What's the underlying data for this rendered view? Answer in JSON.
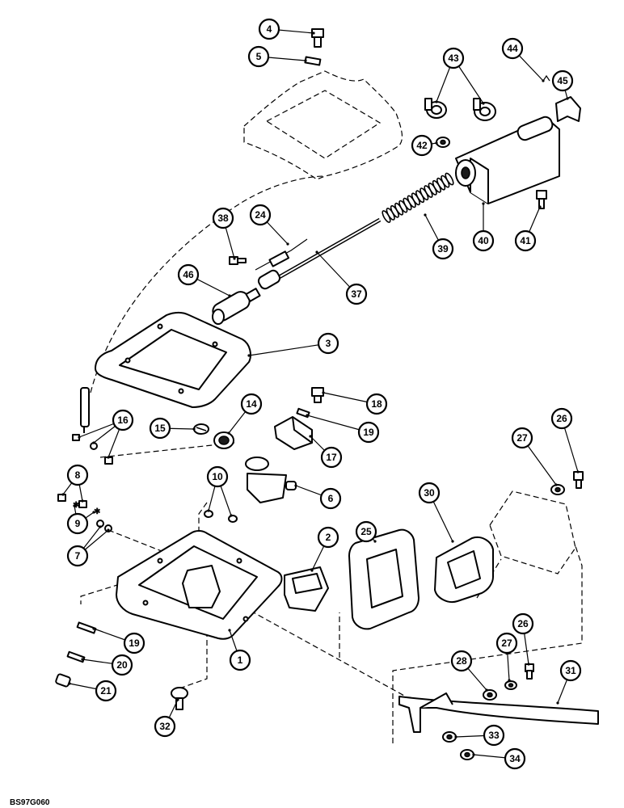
{
  "diagram": {
    "figure_id": "BS97G060",
    "callouts": [
      "4",
      "5",
      "43",
      "44",
      "45",
      "42",
      "38",
      "24",
      "39",
      "40",
      "41",
      "46",
      "37",
      "3",
      "18",
      "16",
      "15",
      "14",
      "19",
      "17",
      "26",
      "27",
      "8",
      "10",
      "6",
      "30",
      "9",
      "7",
      "2",
      "25",
      "19",
      "26",
      "27",
      "28",
      "31",
      "20",
      "1",
      "21",
      "32",
      "33",
      "34"
    ]
  }
}
